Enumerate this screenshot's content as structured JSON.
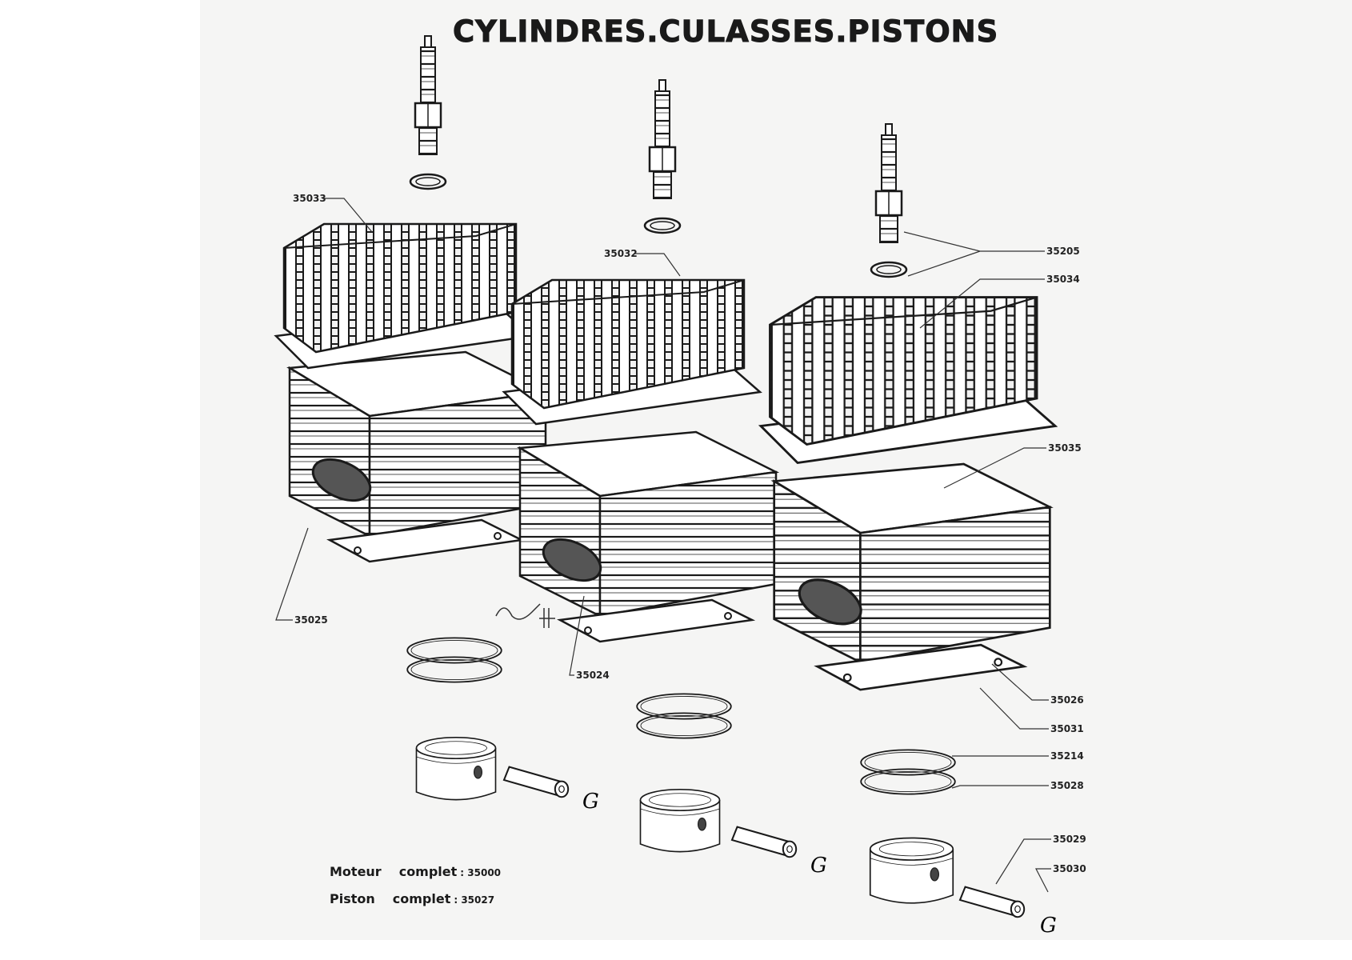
{
  "title": "CYLINDRES.CULASSES.PISTONS",
  "part_labels": {
    "p35033": "35033",
    "p35032": "35032",
    "p35205": "35205",
    "p35034": "35034",
    "p35035": "35035",
    "p35025": "35025",
    "p35024": "35024",
    "p35026": "35026",
    "p35031": "35031",
    "p35214": "35214",
    "p35028": "35028",
    "p35029": "35029",
    "p35030": "35030"
  },
  "notes": {
    "engine_label": "Moteur",
    "engine_word": "complet",
    "engine_ref": ": 35000",
    "piston_label": "Piston",
    "piston_word": "complet",
    "piston_ref": ": 35027"
  },
  "clip_marks": {
    "a": "G",
    "b": "G",
    "c": "G"
  },
  "colors": {
    "ink": "#1a1a1a",
    "paper": "#f5f5f4"
  }
}
